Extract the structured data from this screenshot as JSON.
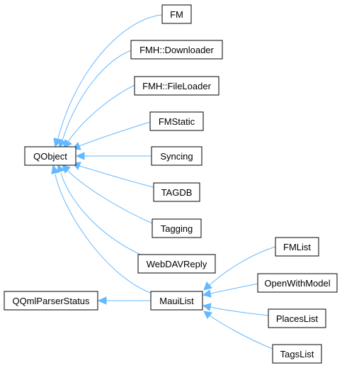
{
  "nodes": {
    "fm": "FM",
    "fmh_downloader": "FMH::Downloader",
    "fmh_fileloader": "FMH::FileLoader",
    "fmstatic": "FMStatic",
    "syncing": "Syncing",
    "tagdb": "TAGDB",
    "tagging": "Tagging",
    "webdavreply": "WebDAVReply",
    "qobject": "QObject",
    "qqmlparserstatus": "QQmlParserStatus",
    "mauilist": "MauiList",
    "fmlist": "FMList",
    "openwithmodel": "OpenWithModel",
    "placeslist": "PlacesList",
    "tagslist": "TagsList"
  },
  "colors": {
    "edge": "#63b8ff",
    "node_border": "#000000",
    "node_fill": "#ffffff"
  }
}
